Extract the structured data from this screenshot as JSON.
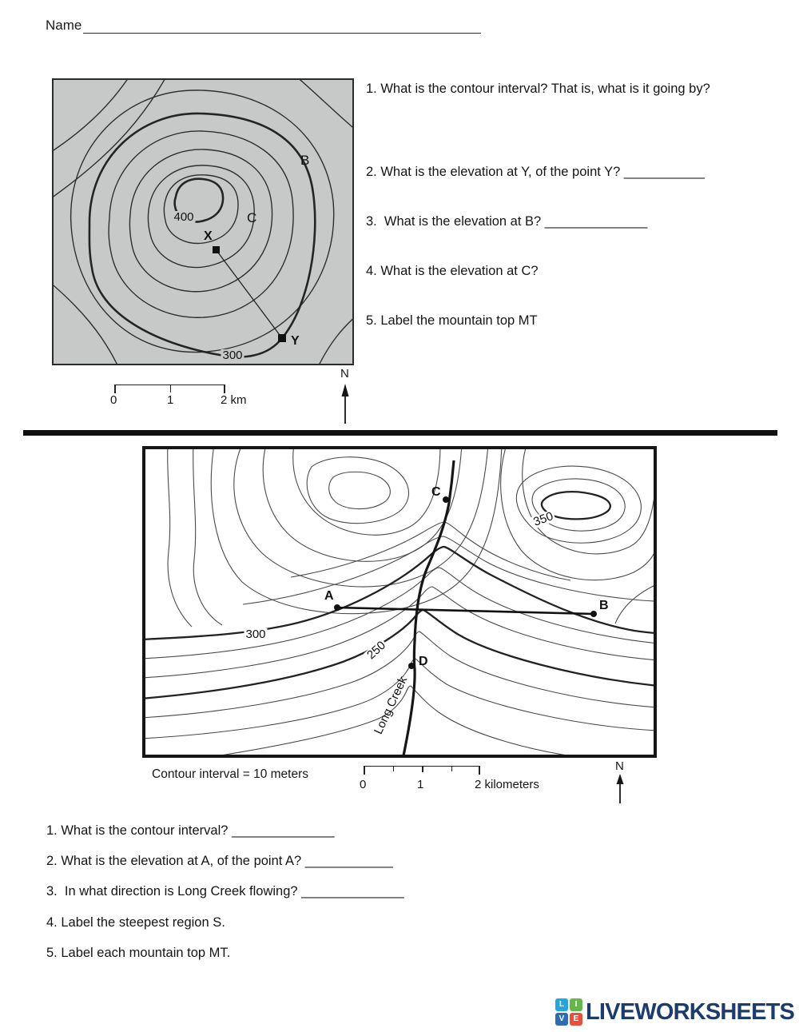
{
  "page": {
    "name_label": "Name"
  },
  "map1": {
    "labels": {
      "b": "B",
      "c": "C",
      "x": "X",
      "y": "Y",
      "inner_elev": "400",
      "outer_elev": "300"
    },
    "scale": {
      "start": "0",
      "mid": "1",
      "end": "2 km"
    },
    "north_label": "N",
    "questions": [
      "1. What is the contour interval? That is, what is it going by?",
      "2. What is the elevation at Y, of the point Y? ___________",
      "3.  What is the elevation at B? ______________",
      "4. What is the elevation at C?",
      "5. Label the mountain top MT"
    ]
  },
  "map2": {
    "labels": {
      "a": "A",
      "b": "B",
      "c": "C",
      "d": "D",
      "hill_elev": "350",
      "upper_elev": "300",
      "lower_elev": "250",
      "creek": "Long Creek"
    },
    "contour_note": "Contour interval = 10 meters",
    "scale": {
      "start": "0",
      "mid": "1",
      "end": "2 kilometers"
    },
    "north_label": "N",
    "questions": [
      "1. What is the contour interval? ______________",
      "2. What is the elevation at A, of the point A? ____________",
      "3.  In what direction is Long Creek flowing? ______________",
      "4. Label the steepest region S.",
      "5. Label each mountain top MT."
    ]
  },
  "footer": {
    "logo_text": "LIVEWORKSHEETS",
    "logo_color": "#1d3c6e",
    "logo_squares": [
      {
        "letter": "L",
        "color": "#29a3dc"
      },
      {
        "letter": "I",
        "color": "#66b64c"
      },
      {
        "letter": "V",
        "color": "#2f6cb3"
      },
      {
        "letter": "E",
        "color": "#e8503e"
      }
    ]
  }
}
